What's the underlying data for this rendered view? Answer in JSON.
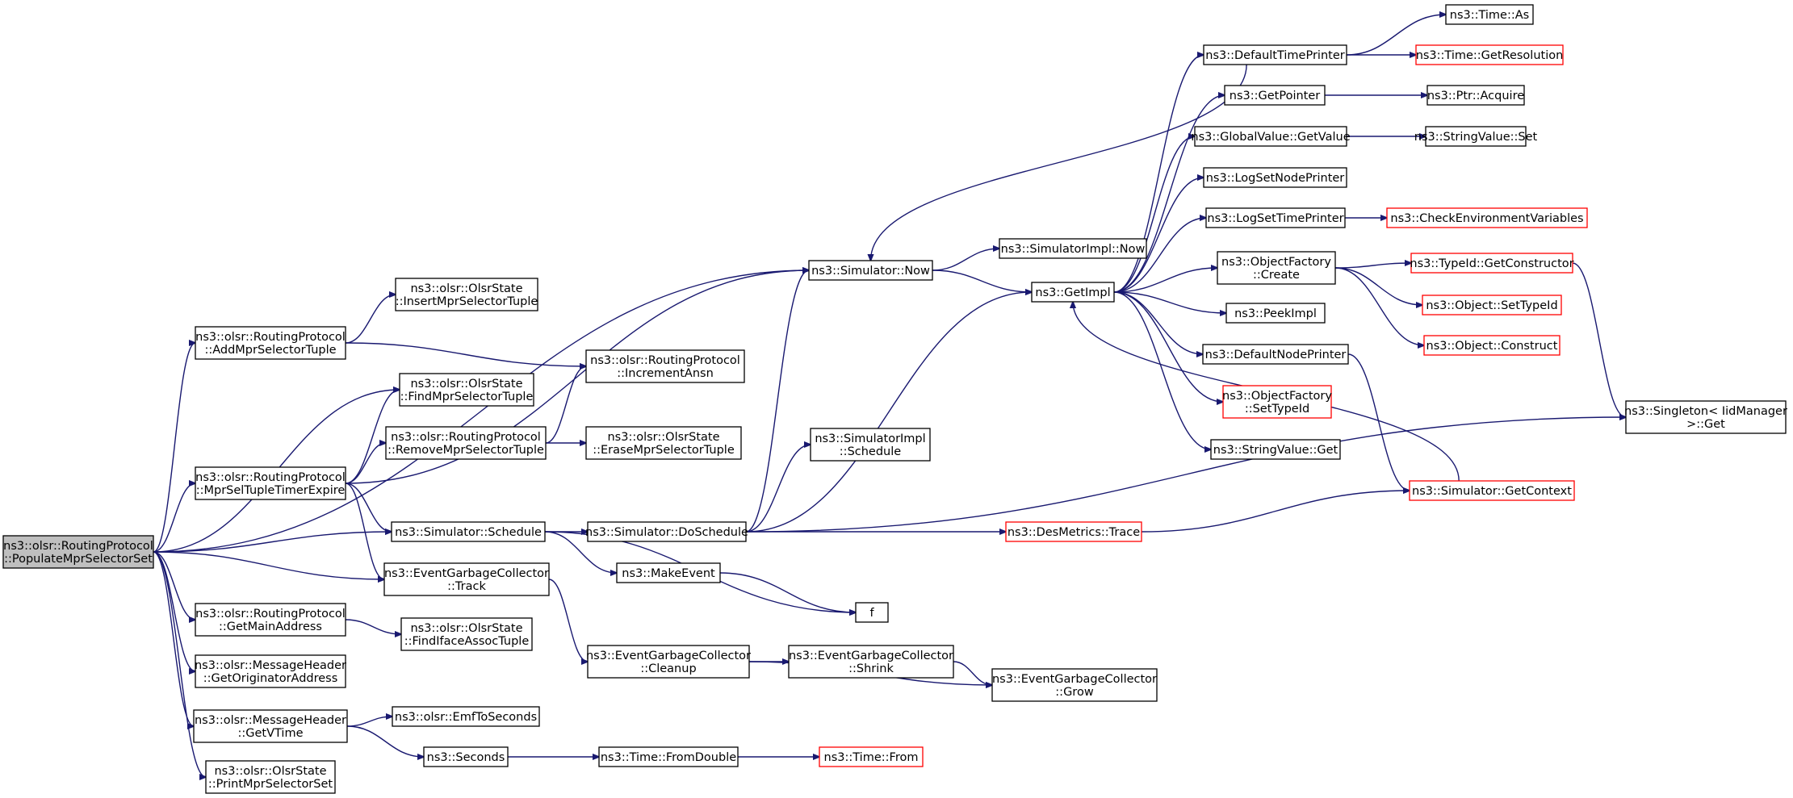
{
  "colors": {
    "edge": "#191970",
    "border": "#000000",
    "incomplete": "#ff0000",
    "root_fill": "#bfbfbf"
  },
  "nodes": [
    {
      "id": "root",
      "lines": [
        "ns3::olsr::RoutingProtocol",
        "::PopulateMprSelectorSet"
      ],
      "style": "root"
    },
    {
      "id": "addmpr",
      "lines": [
        "ns3::olsr::RoutingProtocol",
        "::AddMprSelectorTuple"
      ]
    },
    {
      "id": "insertmpr",
      "lines": [
        "ns3::olsr::OlsrState",
        "::InsertMprSelectorTuple"
      ]
    },
    {
      "id": "findmpr",
      "lines": [
        "ns3::olsr::OlsrState",
        "::FindMprSelectorTuple"
      ]
    },
    {
      "id": "increment",
      "lines": [
        "ns3::olsr::RoutingProtocol",
        "::IncrementAnsn"
      ]
    },
    {
      "id": "removempr",
      "lines": [
        "ns3::olsr::RoutingProtocol",
        "::RemoveMprSelectorTuple"
      ]
    },
    {
      "id": "erasempr",
      "lines": [
        "ns3::olsr::OlsrState",
        "::EraseMprSelectorTuple"
      ]
    },
    {
      "id": "mprsel",
      "lines": [
        "ns3::olsr::RoutingProtocol",
        "::MprSelTupleTimerExpire"
      ]
    },
    {
      "id": "schedule",
      "lines": [
        "ns3::Simulator::Schedule"
      ]
    },
    {
      "id": "egctrack",
      "lines": [
        "ns3::EventGarbageCollector",
        "::Track"
      ]
    },
    {
      "id": "getmain",
      "lines": [
        "ns3::olsr::RoutingProtocol",
        "::GetMainAddress"
      ]
    },
    {
      "id": "findiface",
      "lines": [
        "ns3::olsr::OlsrState",
        "::FindIfaceAssocTuple"
      ]
    },
    {
      "id": "getorig",
      "lines": [
        "ns3::olsr::MessageHeader",
        "::GetOriginatorAddress"
      ]
    },
    {
      "id": "getvtime",
      "lines": [
        "ns3::olsr::MessageHeader",
        "::GetVTime"
      ]
    },
    {
      "id": "emf",
      "lines": [
        "ns3::olsr::EmfToSeconds"
      ]
    },
    {
      "id": "seconds",
      "lines": [
        "ns3::Seconds"
      ]
    },
    {
      "id": "printmpr",
      "lines": [
        "ns3::olsr::OlsrState",
        "::PrintMprSelectorSet"
      ]
    },
    {
      "id": "now",
      "lines": [
        "ns3::Simulator::Now"
      ]
    },
    {
      "id": "implnow",
      "lines": [
        "ns3::SimulatorImpl::Now"
      ]
    },
    {
      "id": "getimpl",
      "lines": [
        "ns3::GetImpl"
      ]
    },
    {
      "id": "implsched",
      "lines": [
        "ns3::SimulatorImpl",
        "::Schedule"
      ]
    },
    {
      "id": "dosched",
      "lines": [
        "ns3::Simulator::DoSchedule"
      ]
    },
    {
      "id": "makeevent",
      "lines": [
        "ns3::MakeEvent"
      ]
    },
    {
      "id": "f",
      "lines": [
        "f"
      ]
    },
    {
      "id": "egccleanup",
      "lines": [
        "ns3::EventGarbageCollector",
        "::Cleanup"
      ]
    },
    {
      "id": "egcshrink",
      "lines": [
        "ns3::EventGarbageCollector",
        "::Shrink"
      ]
    },
    {
      "id": "egcgrow",
      "lines": [
        "ns3::EventGarbageCollector",
        "::Grow"
      ]
    },
    {
      "id": "fromdouble",
      "lines": [
        "ns3::Time::FromDouble"
      ]
    },
    {
      "id": "timefrom",
      "lines": [
        "ns3::Time::From"
      ],
      "style": "red"
    },
    {
      "id": "destrace",
      "lines": [
        "ns3::DesMetrics::Trace"
      ],
      "style": "red"
    },
    {
      "id": "deftime",
      "lines": [
        "ns3::DefaultTimePrinter"
      ]
    },
    {
      "id": "timeas",
      "lines": [
        "ns3::Time::As"
      ]
    },
    {
      "id": "getres",
      "lines": [
        "ns3::Time::GetResolution"
      ],
      "style": "red"
    },
    {
      "id": "getptr",
      "lines": [
        "ns3::GetPointer"
      ]
    },
    {
      "id": "ptracq",
      "lines": [
        "ns3::Ptr::Acquire"
      ]
    },
    {
      "id": "gvget",
      "lines": [
        "ns3::GlobalValue::GetValue"
      ]
    },
    {
      "id": "svset",
      "lines": [
        "ns3::StringValue::Set"
      ]
    },
    {
      "id": "lognode",
      "lines": [
        "ns3::LogSetNodePrinter"
      ]
    },
    {
      "id": "logtime",
      "lines": [
        "ns3::LogSetTimePrinter"
      ]
    },
    {
      "id": "checkenv",
      "lines": [
        "ns3::CheckEnvironmentVariables"
      ],
      "style": "red"
    },
    {
      "id": "ofcreate",
      "lines": [
        "ns3::ObjectFactory",
        "::Create"
      ]
    },
    {
      "id": "tidctor",
      "lines": [
        "ns3::TypeId::GetConstructor"
      ],
      "style": "red"
    },
    {
      "id": "objsettid",
      "lines": [
        "ns3::Object::SetTypeId"
      ],
      "style": "red"
    },
    {
      "id": "objconstruct",
      "lines": [
        "ns3::Object::Construct"
      ],
      "style": "red"
    },
    {
      "id": "peekimpl",
      "lines": [
        "ns3::PeekImpl"
      ]
    },
    {
      "id": "defnode",
      "lines": [
        "ns3::DefaultNodePrinter"
      ]
    },
    {
      "id": "ofsettid",
      "lines": [
        "ns3::ObjectFactory",
        "::SetTypeId"
      ],
      "style": "red"
    },
    {
      "id": "svget",
      "lines": [
        "ns3::StringValue::Get"
      ]
    },
    {
      "id": "getctx",
      "lines": [
        "ns3::Simulator::GetContext"
      ],
      "style": "red"
    },
    {
      "id": "singleton",
      "lines": [
        "ns3::Singleton< IidManager",
        ">::Get"
      ]
    }
  ],
  "edges": [
    [
      "root",
      "addmpr"
    ],
    [
      "root",
      "findmpr"
    ],
    [
      "root",
      "mprsel"
    ],
    [
      "root",
      "schedule"
    ],
    [
      "root",
      "egctrack"
    ],
    [
      "root",
      "getmain"
    ],
    [
      "root",
      "getorig"
    ],
    [
      "root",
      "getvtime"
    ],
    [
      "root",
      "printmpr"
    ],
    [
      "root",
      "now"
    ],
    [
      "addmpr",
      "insertmpr"
    ],
    [
      "addmpr",
      "increment"
    ],
    [
      "mprsel",
      "findmpr"
    ],
    [
      "mprsel",
      "removempr"
    ],
    [
      "mprsel",
      "now"
    ],
    [
      "mprsel",
      "schedule"
    ],
    [
      "mprsel",
      "egctrack"
    ],
    [
      "removempr",
      "increment"
    ],
    [
      "removempr",
      "erasempr"
    ],
    [
      "schedule",
      "dosched"
    ],
    [
      "schedule",
      "makeevent"
    ],
    [
      "schedule",
      "f"
    ],
    [
      "egctrack",
      "egccleanup"
    ],
    [
      "getmain",
      "findiface"
    ],
    [
      "getvtime",
      "emf"
    ],
    [
      "getvtime",
      "seconds"
    ],
    [
      "seconds",
      "fromdouble"
    ],
    [
      "fromdouble",
      "timefrom"
    ],
    [
      "now",
      "implnow"
    ],
    [
      "now",
      "getimpl"
    ],
    [
      "dosched",
      "now"
    ],
    [
      "dosched",
      "implsched"
    ],
    [
      "dosched",
      "getimpl"
    ],
    [
      "dosched",
      "destrace"
    ],
    [
      "dosched",
      "singleton"
    ],
    [
      "makeevent",
      "f"
    ],
    [
      "egccleanup",
      "egcshrink"
    ],
    [
      "egccleanup",
      "egcgrow"
    ],
    [
      "egcshrink",
      "egcgrow"
    ],
    [
      "getimpl",
      "deftime"
    ],
    [
      "getimpl",
      "getptr"
    ],
    [
      "getimpl",
      "gvget"
    ],
    [
      "getimpl",
      "lognode"
    ],
    [
      "getimpl",
      "logtime"
    ],
    [
      "getimpl",
      "ofcreate"
    ],
    [
      "getimpl",
      "peekimpl"
    ],
    [
      "getimpl",
      "defnode"
    ],
    [
      "getimpl",
      "ofsettid"
    ],
    [
      "getimpl",
      "svget"
    ],
    [
      "deftime",
      "now"
    ],
    [
      "deftime",
      "timeas"
    ],
    [
      "deftime",
      "getres"
    ],
    [
      "getptr",
      "ptracq"
    ],
    [
      "gvget",
      "svset"
    ],
    [
      "logtime",
      "checkenv"
    ],
    [
      "ofcreate",
      "tidctor"
    ],
    [
      "ofcreate",
      "objsettid"
    ],
    [
      "ofcreate",
      "objconstruct"
    ],
    [
      "tidctor",
      "singleton"
    ],
    [
      "defnode",
      "getctx"
    ],
    [
      "getctx",
      "getimpl"
    ],
    [
      "destrace",
      "getctx"
    ]
  ]
}
